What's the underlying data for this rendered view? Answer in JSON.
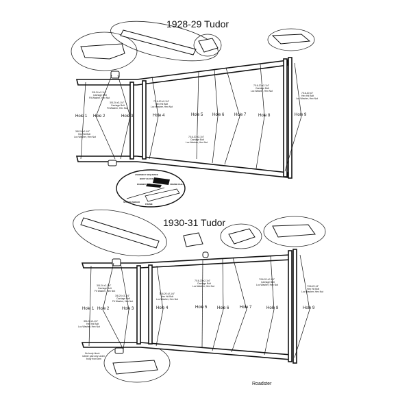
{
  "top_diagram": {
    "title": "1928-29 Tudor",
    "holes": [
      "Hole 1",
      "Hole 2",
      "Hole 3",
      "Hole 4",
      "Hole 5",
      "Hole 6",
      "Hole 7",
      "Hole 8",
      "Hole 9"
    ],
    "notes": {
      "hole1": [
        "3/8-24 x2-1/4\"",
        "Hex Hd Bolt",
        "Loc Washer, Hex Nut"
      ],
      "hole2": [
        "3/8-24 x2-1/4\"",
        "Carriage Bolt",
        "Fit Washer, Hex Nut"
      ],
      "hole3": [
        "3/8-24 x3-1/4\"",
        "Carriage Bolt",
        "Fit Washer, Hex Nut"
      ],
      "hole4": [
        "7/16-20 x2-1/4\"",
        "Hex Hd Bolt",
        "Loc Washer, Hex Nut"
      ],
      "hole5": [
        "7/16-20 x2-1/4\"",
        "Carriage Bolt",
        "Loc Washer, Hex Nut"
      ],
      "hole8": [
        "7/16-20 x2-1/4\"",
        "Carriage Bolt",
        "Loc Washer, Hex Nut"
      ],
      "hole9": [
        "7/16-20 x3\"",
        "Hex Hd Bolt",
        "Loc Washer, Hex Nut"
      ]
    }
  },
  "assembly_inset": {
    "title": "ASSEMBLY SEQUENCE",
    "labels": [
      "BODY BLOCK",
      "RUBBER PAD",
      "FRAME RAILS",
      "SPLASH SHIELD",
      "FRAME"
    ]
  },
  "bottom_diagram": {
    "title": "1930-31 Tudor",
    "holes": [
      "Hole 1",
      "Hole 2",
      "Hole 3",
      "Hole 4",
      "Hole 5",
      "Hole 6",
      "Hole 7",
      "Hole 8",
      "Hole 9"
    ],
    "notes": {
      "hole1": [
        "3/8-24 x2-1/4\"",
        "Hex Hd Bolt",
        "Loc Washer, Hex Nut"
      ],
      "hole2": [
        "3/8-24 x2-1/4\"",
        "Carriage Bolt",
        "Fit Washer, Hex Nut"
      ],
      "hole3": [
        "3/8-24 x3-1/4\"",
        "Carriage Bolt",
        "Fit Washer, Hex Nut"
      ],
      "hole4": [
        "7/16-20 x2-1/4\"",
        "Hex Hd Bolt",
        "Loc Washer, Hex Nut"
      ],
      "hole5": [
        "7/16-20 x2-1/4\"",
        "Carriage Bolt",
        "Loc Washer, Hex Nut"
      ],
      "hole8": [
        "7/16-20 x2-1/4\"",
        "Carriage Bolt",
        "Loc Washer, Hex Nut"
      ],
      "hole9": [
        "7/16-20 x3\"",
        "Hex Hd Bolt",
        "Loc Washer, Hex Nut"
      ],
      "body_block": [
        "No body block",
        "rubber pad only under",
        "body front arm"
      ]
    },
    "footer": "Roadster"
  }
}
